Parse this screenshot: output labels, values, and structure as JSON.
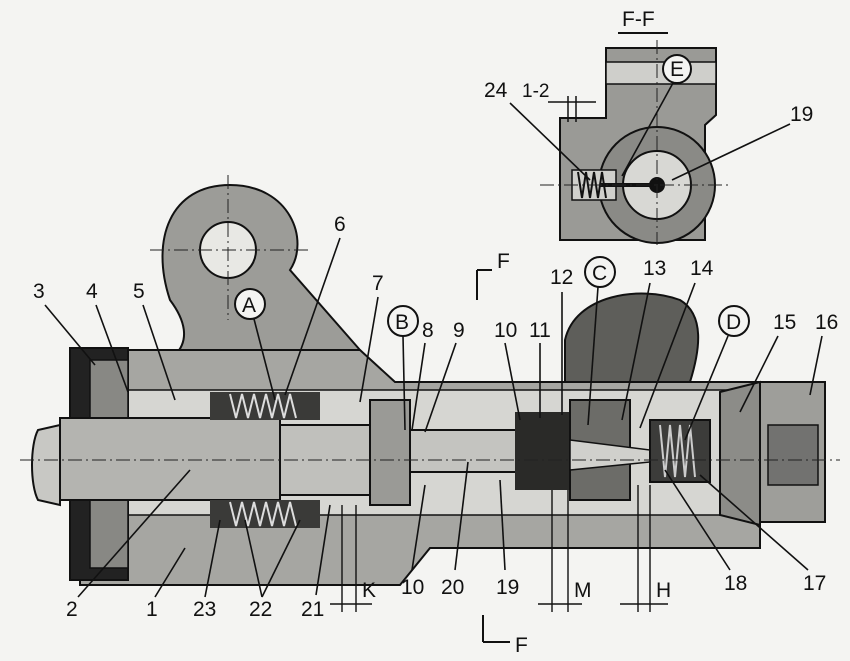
{
  "section_title": "F-F",
  "section_clearance": "1-2",
  "callouts": {
    "A": "A",
    "B": "B",
    "C": "C",
    "D": "D",
    "E": "E"
  },
  "parts": {
    "p1": "1",
    "p2": "2",
    "p3": "3",
    "p4": "4",
    "p5": "5",
    "p6": "6",
    "p7": "7",
    "p8": "8",
    "p9": "9",
    "p10a": "10",
    "p10b": "10",
    "p11": "11",
    "p12": "12",
    "p13": "13",
    "p14": "14",
    "p15": "15",
    "p16": "16",
    "p17": "17",
    "p18": "18",
    "p19a": "19",
    "p19b": "19",
    "p20": "20",
    "p21": "21",
    "p22": "22",
    "p23": "23",
    "p24": "24"
  },
  "dimensions": {
    "K": "K",
    "M": "M",
    "H": "H"
  },
  "section_marks": {
    "top": "F",
    "bottom": "F"
  }
}
